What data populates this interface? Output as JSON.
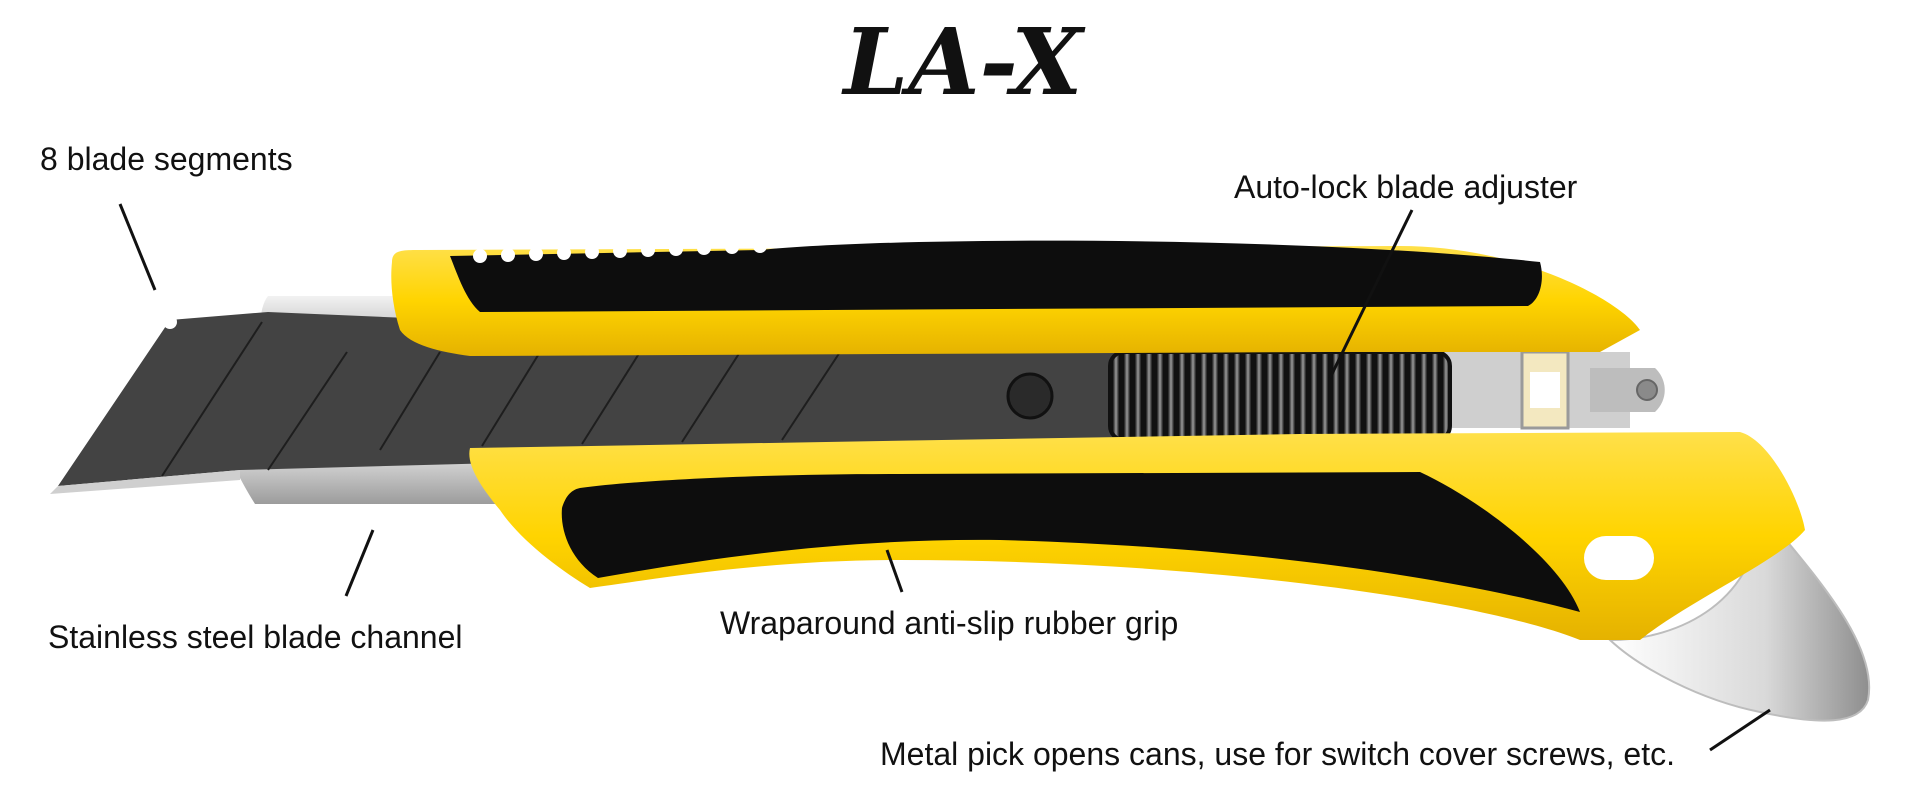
{
  "title": "LA-X",
  "callouts": {
    "blade_segments": "8 blade segments",
    "blade_adjuster": "Auto-lock blade adjuster",
    "blade_channel": "Stainless steel blade channel",
    "rubber_grip": "Wraparound anti-slip rubber grip",
    "metal_pick": "Metal pick opens cans, use for switch cover screws, etc."
  },
  "colors": {
    "body_yellow": "#FFD400",
    "rubber_black": "#0d0d0d",
    "blade_dark": "#434343",
    "steel": "#d6d6d6"
  },
  "icons": [
    "utility-knife-illustration"
  ]
}
